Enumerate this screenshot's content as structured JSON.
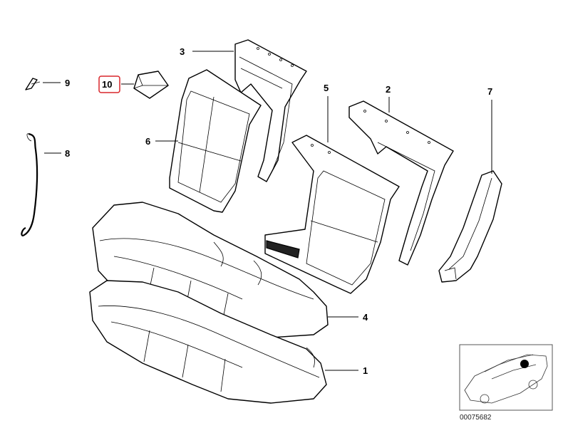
{
  "diagram": {
    "callouts": [
      {
        "id": "1",
        "label": "1"
      },
      {
        "id": "2",
        "label": "2"
      },
      {
        "id": "3",
        "label": "3"
      },
      {
        "id": "4",
        "label": "4"
      },
      {
        "id": "5",
        "label": "5"
      },
      {
        "id": "6",
        "label": "6"
      },
      {
        "id": "7",
        "label": "7"
      },
      {
        "id": "8",
        "label": "8"
      },
      {
        "id": "9",
        "label": "9"
      },
      {
        "id": "10",
        "label": "10",
        "highlighted": true
      }
    ],
    "highlight_color": "#d9262b",
    "thumbnail": {
      "code": "00075682"
    }
  }
}
